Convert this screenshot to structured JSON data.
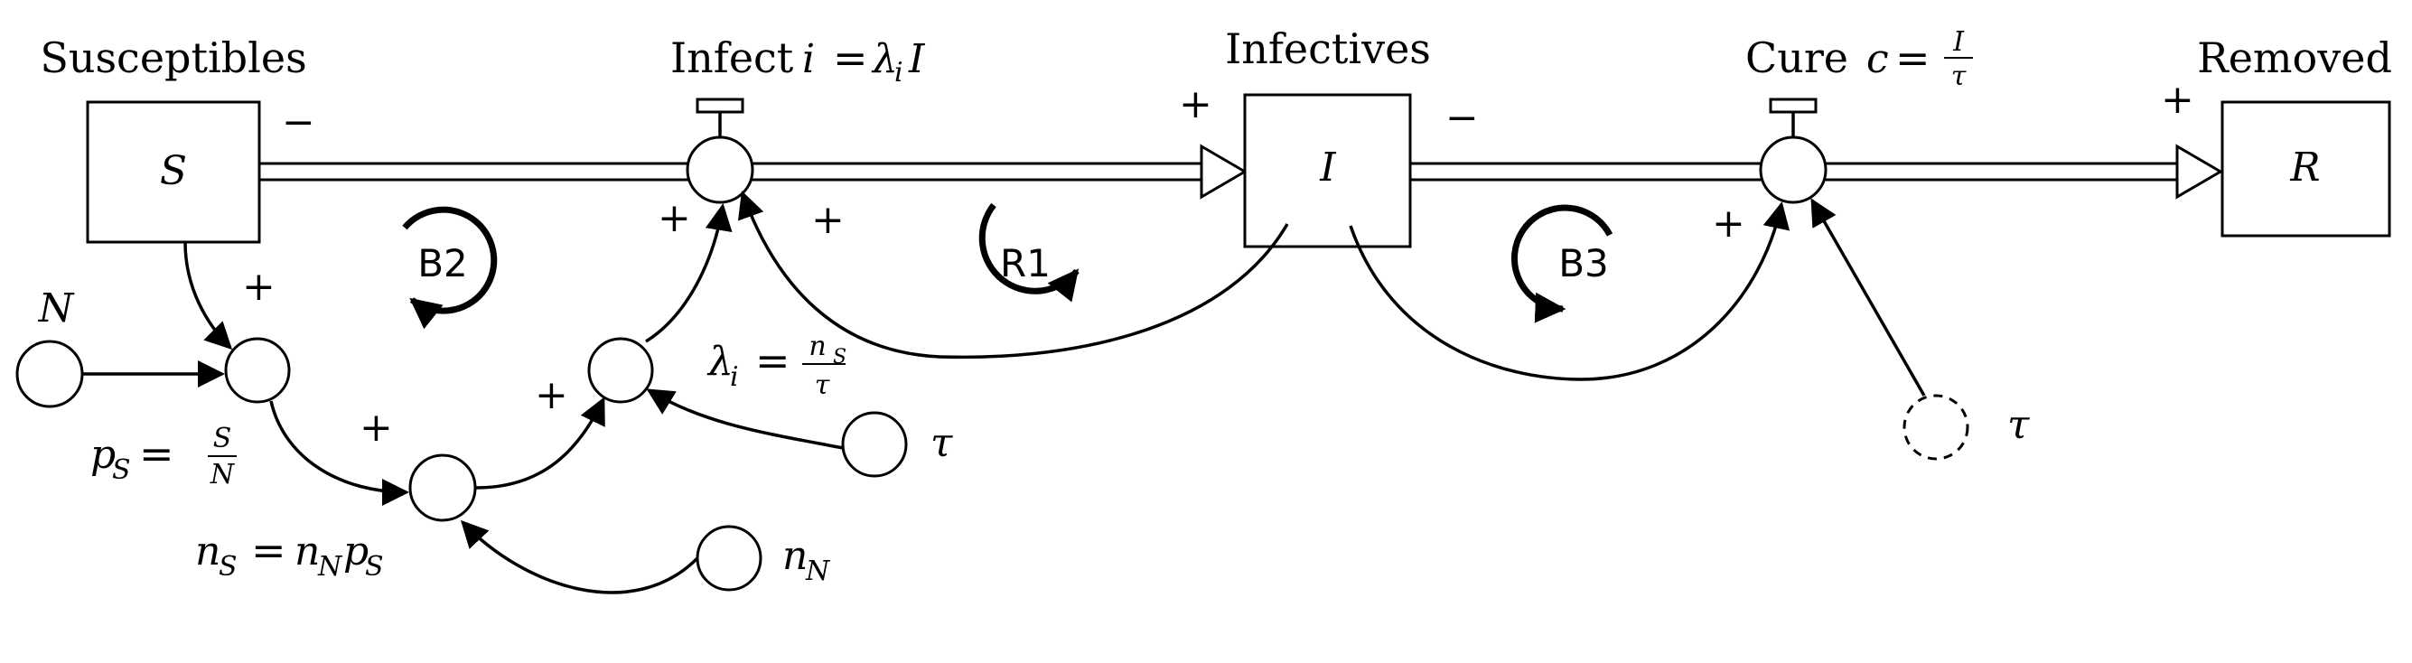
{
  "stocks": {
    "susceptibles": {
      "title": "Susceptibles",
      "symbol": "S"
    },
    "infectives": {
      "title": "Infectives",
      "symbol": "I"
    },
    "removed": {
      "title": "Removed",
      "symbol": "R"
    }
  },
  "flows": {
    "infect": {
      "title": "Infect",
      "eq_lhs": "i",
      "eq_sym": "=",
      "eq_rhs": "λ",
      "eq_sub": "i",
      "eq_tail": "I"
    },
    "cure": {
      "title": "Cure",
      "eq_lhs": "c",
      "eq_sym": "=",
      "frac_num": "I",
      "frac_den": "τ"
    }
  },
  "aux": {
    "N": "N",
    "tau": "τ",
    "tau_shadow": "τ",
    "nN_main": "n",
    "nN_sub": "N",
    "pS": {
      "lhs": "p",
      "lhs_sub": "S",
      "eq": "=",
      "num": "S",
      "den": "N"
    },
    "nS": {
      "lhs": "n",
      "lhs_sub": "S",
      "eq": "=",
      "a": "n",
      "a_sub": "N",
      "b": "p",
      "b_sub": "S"
    },
    "lambda": {
      "lhs": "λ",
      "lhs_sub": "i",
      "eq": "=",
      "num": "n",
      "num_sub": "S",
      "den": "τ"
    }
  },
  "loops": {
    "b2": "B2",
    "r1": "R1",
    "b3": "B3"
  },
  "signs": {
    "plus": "+",
    "minus": "−"
  }
}
